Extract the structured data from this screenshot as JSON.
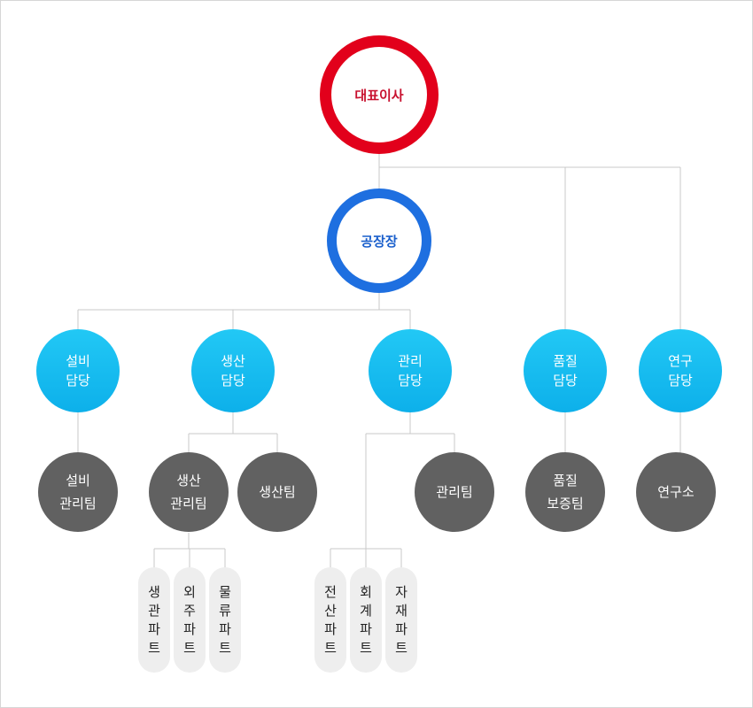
{
  "ceo": {
    "label": "대표이사"
  },
  "plant": {
    "label": "공장장"
  },
  "depts": {
    "facility": {
      "line1": "설비",
      "line2": "담당"
    },
    "production": {
      "line1": "생산",
      "line2": "담당"
    },
    "management": {
      "line1": "관리",
      "line2": "담당"
    },
    "quality": {
      "line1": "품질",
      "line2": "담당"
    },
    "research": {
      "line1": "연구",
      "line2": "담당"
    }
  },
  "teams": {
    "facility_mgmt": {
      "line1": "설비",
      "line2": "관리팀"
    },
    "production_mgmt": {
      "line1": "생산",
      "line2": "관리팀"
    },
    "production_team": {
      "label": "생산팀"
    },
    "management_team": {
      "label": "관리팀"
    },
    "quality_assurance": {
      "line1": "품질",
      "line2": "보증팀"
    },
    "research_lab": {
      "label": "연구소"
    }
  },
  "parts": {
    "production_control": [
      "생",
      "관",
      "파",
      "트"
    ],
    "outsourcing": [
      "외",
      "주",
      "파",
      "트"
    ],
    "logistics": [
      "물",
      "류",
      "파",
      "트"
    ],
    "it": [
      "전",
      "산",
      "파",
      "트"
    ],
    "accounting": [
      "회",
      "계",
      "파",
      "트"
    ],
    "materials": [
      "자",
      "재",
      "파",
      "트"
    ]
  },
  "colors": {
    "ceo_ring": "#e2001b",
    "plant_ring": "#1e6fe0",
    "dept_fill": "#0db0ea",
    "team_fill": "#616161",
    "part_fill": "#eeeeee",
    "connector": "#c8c8c8"
  }
}
